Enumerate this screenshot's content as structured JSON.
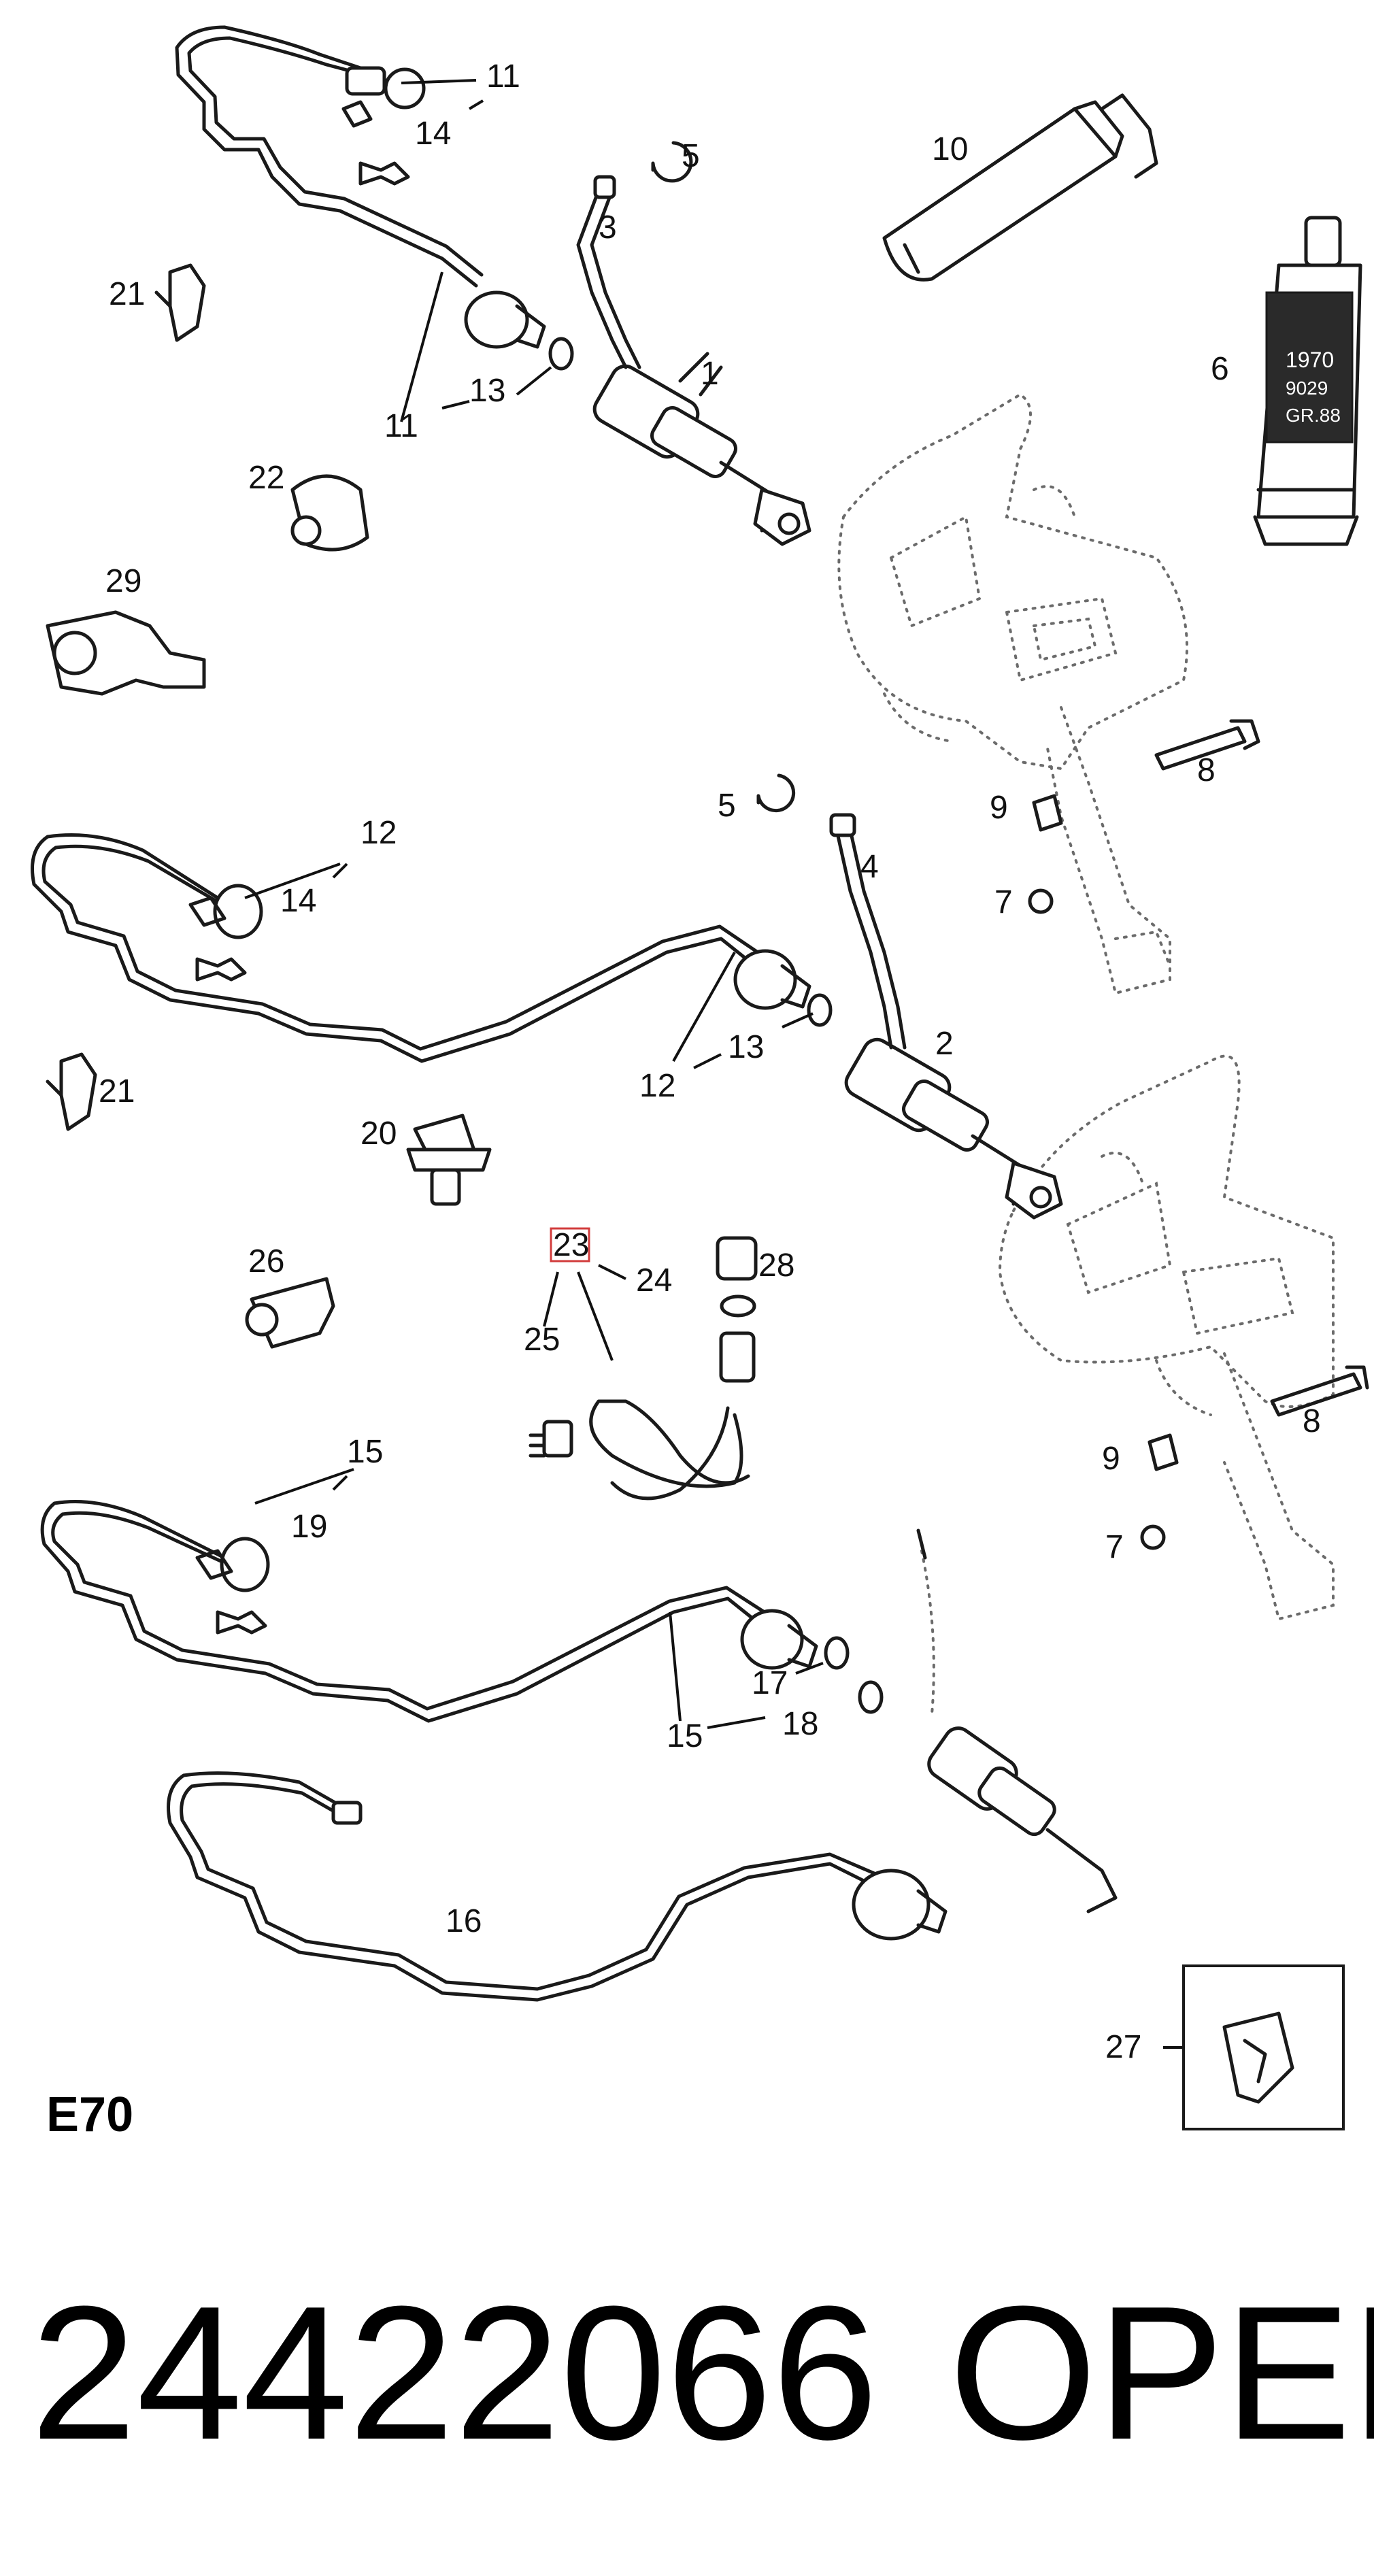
{
  "diagram": {
    "section_code": "E70",
    "part_number": "24422066",
    "brand": "OPEL",
    "highlighted_label": "23",
    "highlight_color": "#d23c3c",
    "labels": {
      "l11a": "11",
      "l14a": "14",
      "l5a": "5",
      "l3": "3",
      "l10": "10",
      "l6": "6",
      "l21a": "21",
      "l1": "1",
      "l11b": "11",
      "l13a": "13",
      "l22": "22",
      "l29": "29",
      "l8a": "8",
      "l5b": "5",
      "l9a": "9",
      "l12a": "12",
      "l14b": "14",
      "l4": "4",
      "l7a": "7",
      "l2": "2",
      "l13b": "13",
      "l12b": "12",
      "l21b": "21",
      "l20": "20",
      "l23": "23",
      "l24": "24",
      "l28": "28",
      "l26": "26",
      "l25": "25",
      "l8b": "8",
      "l15a": "15",
      "l19": "19",
      "l9b": "9",
      "l7b": "7",
      "l17": "17",
      "l18": "18",
      "l15b": "15",
      "l16": "16",
      "l27": "27"
    },
    "tube_label": {
      "line1": "1970",
      "line2": "9029",
      "line3": "GR.88"
    }
  }
}
